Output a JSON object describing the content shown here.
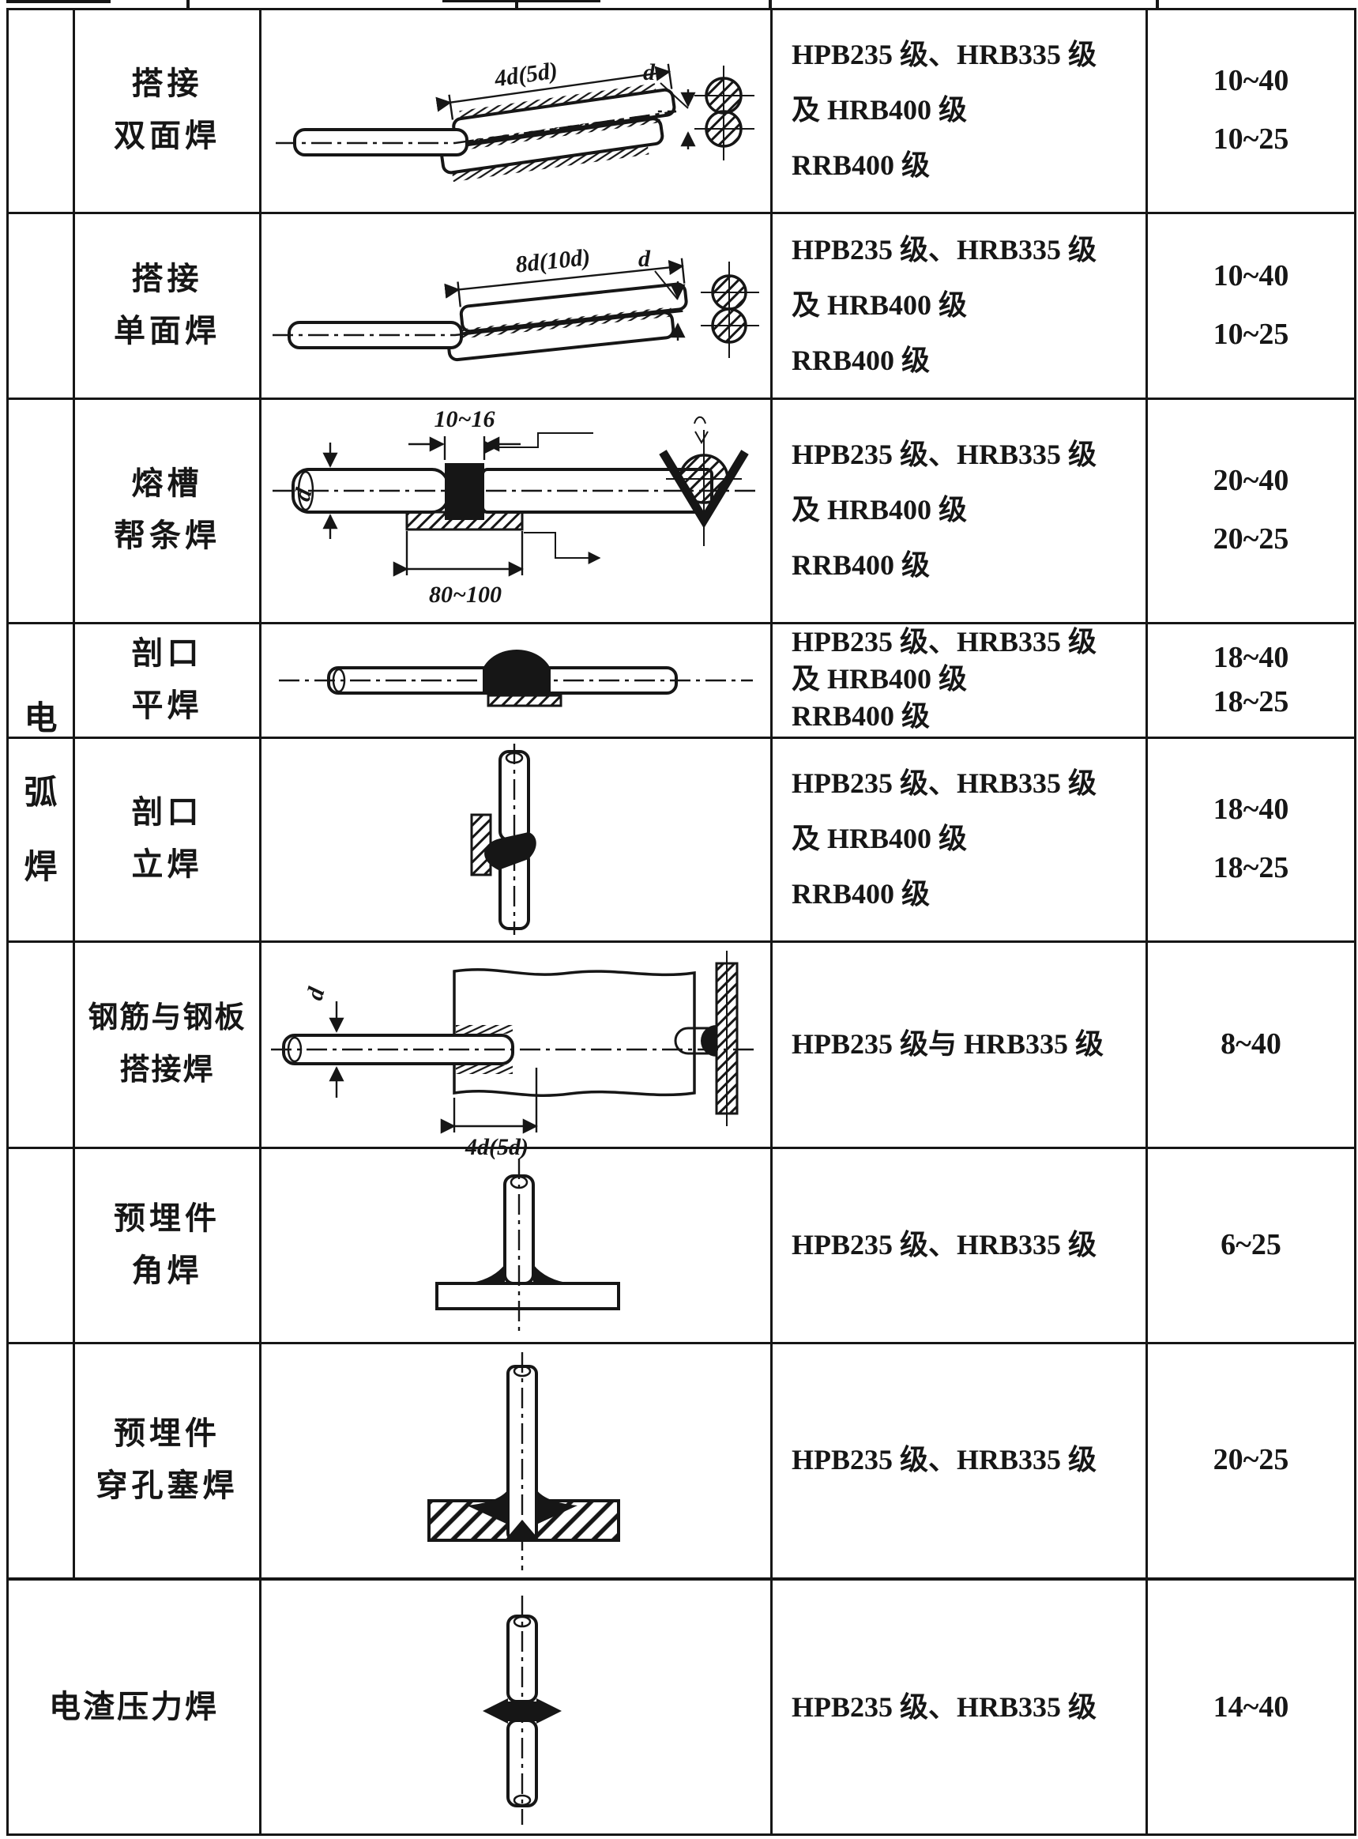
{
  "colors": {
    "ink": "#161616",
    "paper": "#ffffff"
  },
  "category_left": {
    "label": "电弧焊",
    "chars": [
      "电",
      "弧",
      "焊"
    ]
  },
  "rows": [
    {
      "name": [
        "搭接",
        "双面焊"
      ],
      "grades": [
        "HPB235 级、HRB335 级",
        "及 HRB400 级",
        "RRB400 级"
      ],
      "diameters": [
        "10~40",
        "10~25"
      ],
      "dims": {
        "lap": "4d(5d)",
        "d": "d"
      }
    },
    {
      "name": [
        "搭接",
        "单面焊"
      ],
      "grades": [
        "HPB235 级、HRB335 级",
        "及 HRB400 级",
        "RRB400 级"
      ],
      "diameters": [
        "10~40",
        "10~25"
      ],
      "dims": {
        "lap": "8d(10d)",
        "d": "d"
      }
    },
    {
      "name": [
        "熔槽",
        "帮条焊"
      ],
      "grades": [
        "HPB235 级、HRB335 级",
        "及 HRB400 级",
        "RRB400 级"
      ],
      "diameters": [
        "20~40",
        "20~25"
      ],
      "dims": {
        "top": "10~16",
        "bottom": "80~100",
        "d": "d"
      }
    },
    {
      "name": [
        "剖口",
        "平焊"
      ],
      "grades": [
        "HPB235 级、HRB335 级",
        "及 HRB400 级",
        "RRB400 级"
      ],
      "diameters": [
        "18~40",
        "18~25"
      ]
    },
    {
      "name": [
        "剖口",
        "立焊"
      ],
      "grades": [
        "HPB235 级、HRB335 级",
        "及 HRB400 级",
        "RRB400 级"
      ],
      "diameters": [
        "18~40",
        "18~25"
      ]
    },
    {
      "name": [
        "钢筋与钢板",
        "搭接焊"
      ],
      "grades": [
        "HPB235 级与 HRB335 级"
      ],
      "diameters": [
        "8~40"
      ],
      "dims": {
        "lap": "4d(5d)",
        "d": "d"
      }
    },
    {
      "name": [
        "预埋件",
        "角焊"
      ],
      "grades": [
        "HPB235 级、HRB335 级"
      ],
      "diameters": [
        "6~25"
      ]
    },
    {
      "name": [
        "预埋件",
        "穿孔塞焊"
      ],
      "grades": [
        "HPB235 级、HRB335 级"
      ],
      "diameters": [
        "20~25"
      ]
    },
    {
      "name": [
        "电渣压力焊"
      ],
      "grades": [
        "HPB235 级、HRB335 级"
      ],
      "diameters": [
        "14~40"
      ]
    }
  ]
}
